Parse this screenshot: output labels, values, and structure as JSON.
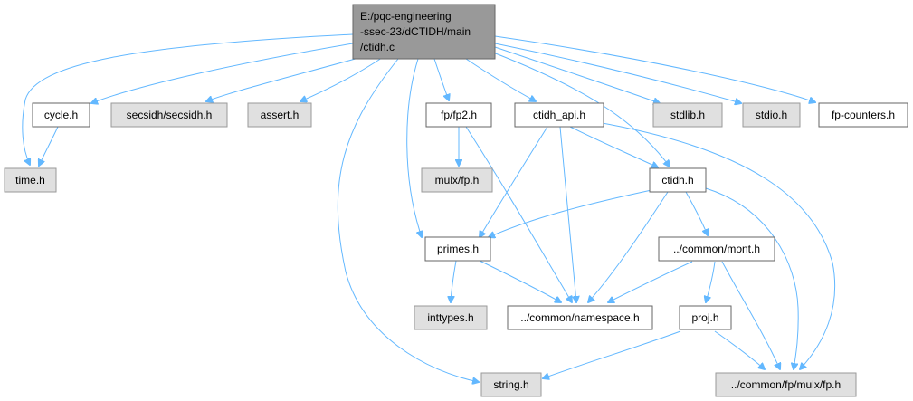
{
  "nodes": {
    "root": {
      "lines": [
        "E:/pqc-engineering",
        "-ssec-23/dCTIDH/main",
        "/ctidh.c"
      ],
      "kind": "root"
    },
    "time": {
      "label": "time.h",
      "kind": "sys"
    },
    "cycle": {
      "label": "cycle.h",
      "kind": "doc"
    },
    "secsidh": {
      "label": "secsidh/secsidh.h",
      "kind": "sys"
    },
    "assert": {
      "label": "assert.h",
      "kind": "sys"
    },
    "fp2": {
      "label": "fp/fp2.h",
      "kind": "doc"
    },
    "ctidh_api": {
      "label": "ctidh_api.h",
      "kind": "doc"
    },
    "stdlib": {
      "label": "stdlib.h",
      "kind": "sys"
    },
    "stdio": {
      "label": "stdio.h",
      "kind": "sys"
    },
    "fpcounters": {
      "label": "fp-counters.h",
      "kind": "doc"
    },
    "mulx_fp": {
      "label": "mulx/fp.h",
      "kind": "sys"
    },
    "ctidh": {
      "label": "ctidh.h",
      "kind": "doc"
    },
    "primes": {
      "label": "primes.h",
      "kind": "doc"
    },
    "mont": {
      "label": "../common/mont.h",
      "kind": "doc"
    },
    "inttypes": {
      "label": "inttypes.h",
      "kind": "sys"
    },
    "namespace": {
      "label": "../common/namespace.h",
      "kind": "doc"
    },
    "proj": {
      "label": "proj.h",
      "kind": "doc"
    },
    "string": {
      "label": "string.h",
      "kind": "sys"
    },
    "common_fp": {
      "label": "../common/fp/mulx/fp.h",
      "kind": "sys"
    }
  },
  "edges": [
    {
      "from": "root",
      "to": "time"
    },
    {
      "from": "root",
      "to": "cycle"
    },
    {
      "from": "root",
      "to": "secsidh"
    },
    {
      "from": "root",
      "to": "assert"
    },
    {
      "from": "root",
      "to": "string"
    },
    {
      "from": "root",
      "to": "primes"
    },
    {
      "from": "root",
      "to": "fp2"
    },
    {
      "from": "root",
      "to": "ctidh_api"
    },
    {
      "from": "root",
      "to": "ctidh"
    },
    {
      "from": "root",
      "to": "stdlib"
    },
    {
      "from": "root",
      "to": "stdio"
    },
    {
      "from": "root",
      "to": "fpcounters"
    },
    {
      "from": "cycle",
      "to": "time"
    },
    {
      "from": "fp2",
      "to": "mulx_fp"
    },
    {
      "from": "fp2",
      "to": "namespace"
    },
    {
      "from": "ctidh_api",
      "to": "primes"
    },
    {
      "from": "ctidh_api",
      "to": "namespace"
    },
    {
      "from": "ctidh_api",
      "to": "ctidh"
    },
    {
      "from": "ctidh_api",
      "to": "common_fp"
    },
    {
      "from": "ctidh",
      "to": "primes"
    },
    {
      "from": "ctidh",
      "to": "namespace"
    },
    {
      "from": "ctidh",
      "to": "mont"
    },
    {
      "from": "ctidh",
      "to": "common_fp"
    },
    {
      "from": "primes",
      "to": "inttypes"
    },
    {
      "from": "primes",
      "to": "namespace"
    },
    {
      "from": "mont",
      "to": "namespace"
    },
    {
      "from": "mont",
      "to": "proj"
    },
    {
      "from": "mont",
      "to": "common_fp"
    },
    {
      "from": "proj",
      "to": "string"
    },
    {
      "from": "proj",
      "to": "common_fp"
    }
  ],
  "colors": {
    "edge": "#63b8ff",
    "root_fill": "#999999",
    "system_fill": "#e0e0e0",
    "document_fill": "#ffffff"
  }
}
